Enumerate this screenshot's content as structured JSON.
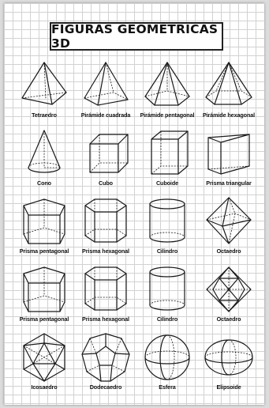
{
  "title": "FIGURAS GEOMÉTRICAS 3D",
  "shapes": [
    {
      "label": "Tetraedro",
      "icon": "tetrahedron-icon"
    },
    {
      "label": "Pirámide cuadrada",
      "icon": "square-pyramid-icon"
    },
    {
      "label": "Pirámide pentagonal",
      "icon": "pentagonal-pyramid-icon"
    },
    {
      "label": "Pirámide hexagonal",
      "icon": "hexagonal-pyramid-icon"
    },
    {
      "label": "Cono",
      "icon": "cone-icon"
    },
    {
      "label": "Cubo",
      "icon": "cube-icon"
    },
    {
      "label": "Cuboide",
      "icon": "cuboid-icon"
    },
    {
      "label": "Prisma triangular",
      "icon": "triangular-prism-icon"
    },
    {
      "label": "Prisma pentagonal",
      "icon": "pentagonal-prism-icon"
    },
    {
      "label": "Prisma hexagonal",
      "icon": "hexagonal-prism-icon"
    },
    {
      "label": "Cilindro",
      "icon": "cylinder-icon"
    },
    {
      "label": "Octaedro",
      "icon": "octahedron-icon"
    },
    {
      "label": "Prisma pentagonal",
      "icon": "pentagonal-prism-icon"
    },
    {
      "label": "Prisma hexagonal",
      "icon": "hexagonal-prism-icon"
    },
    {
      "label": "Cilindro",
      "icon": "cylinder-icon"
    },
    {
      "label": "Octaedro",
      "icon": "octahedron-icon"
    },
    {
      "label": "Icosaedro",
      "icon": "icosahedron-icon"
    },
    {
      "label": "Dodecaedro",
      "icon": "dodecahedron-icon"
    },
    {
      "label": "Esfera",
      "icon": "sphere-icon"
    },
    {
      "label": "Elipsoide",
      "icon": "ellipsoid-icon"
    }
  ]
}
